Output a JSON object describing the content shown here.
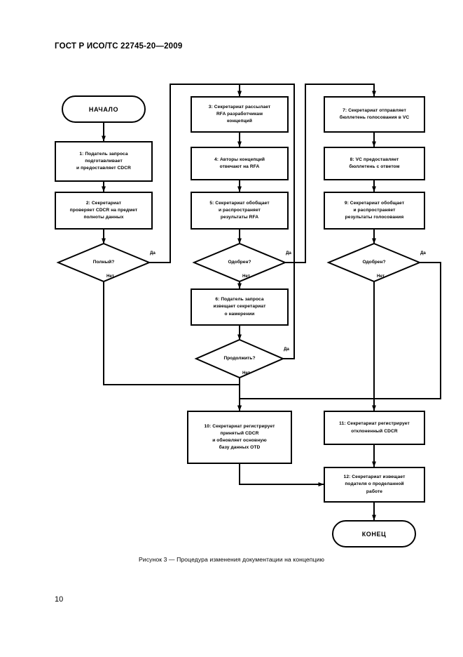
{
  "document": {
    "header": "ГОСТ Р ИСО/ТС 22745-20—2009",
    "page_number": "10",
    "figure_caption": "Рисунок 3 — Процедура изменения документации на концепцию"
  },
  "flowchart": {
    "title": "Процедура изменения документации на концепцию",
    "type": "flowchart",
    "terminators": [
      {
        "id": "start",
        "label": "НАЧАЛО"
      },
      {
        "id": "end",
        "label": "КОНЕЦ"
      }
    ],
    "processes": [
      {
        "id": "p1",
        "number": "1",
        "lines": [
          "1: Податель запроса",
          "подготавливает",
          "и предоставляет CDCR"
        ]
      },
      {
        "id": "p2",
        "number": "2",
        "lines": [
          "2: Секретариат",
          "проверяет CDCR на предмет",
          "полноты данных"
        ]
      },
      {
        "id": "p3",
        "number": "3",
        "lines": [
          "3: Секретариат рассылает",
          "RFA разработчикам",
          "концепций"
        ]
      },
      {
        "id": "p4",
        "number": "4",
        "lines": [
          "4: Авторы концепций",
          "отвечают на RFA"
        ]
      },
      {
        "id": "p5",
        "number": "5",
        "lines": [
          "5: Секретариат обобщает",
          "и распространяет",
          "результаты RFA"
        ]
      },
      {
        "id": "p6",
        "number": "6",
        "lines": [
          "6: Податель запроса",
          "извещает секретариат",
          "о намерении"
        ]
      },
      {
        "id": "p7",
        "number": "7",
        "lines": [
          "7: Секретариат отправляет",
          "бюллетень голосования в VC"
        ]
      },
      {
        "id": "p8",
        "number": "8",
        "lines": [
          "8: VC предоставляет",
          "бюллетень с ответом"
        ]
      },
      {
        "id": "p9",
        "number": "9",
        "lines": [
          "9: Секретариат обобщает",
          "и распространяет",
          "результаты голосования"
        ]
      },
      {
        "id": "p10",
        "number": "10",
        "lines": [
          "10: Секретариат регистрирует",
          "принятый CDCR",
          "и обновляет основную",
          "базу данных OTD"
        ]
      },
      {
        "id": "p11",
        "number": "11",
        "lines": [
          "11: Секретариат регистрирует",
          "отклоненный CDCR"
        ]
      },
      {
        "id": "p12",
        "number": "12",
        "lines": [
          "12: Секретариат извещает",
          "подателя о проделанной",
          "работе"
        ]
      }
    ],
    "decisions": [
      {
        "id": "d1",
        "label": "Полный?",
        "yes": "Да",
        "no": "Нет"
      },
      {
        "id": "d2",
        "label": "Одобрен?",
        "yes": "Да",
        "no": "Нет"
      },
      {
        "id": "d3",
        "label": "Продолжить?",
        "yes": "Да",
        "no": "Нет"
      },
      {
        "id": "d4",
        "label": "Одобрен?",
        "yes": "Да",
        "no": "Нет"
      }
    ],
    "colors": {
      "line": "#000000",
      "fill": "#ffffff",
      "text": "#000000"
    }
  }
}
